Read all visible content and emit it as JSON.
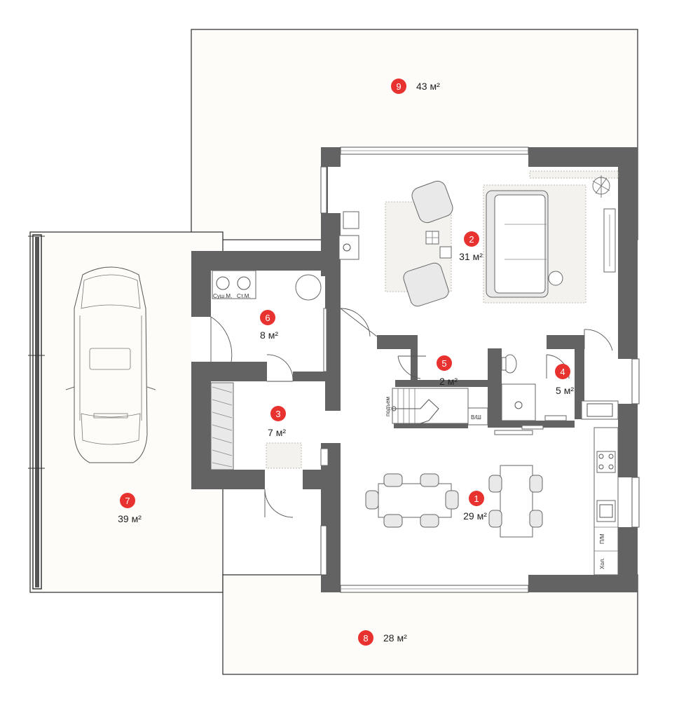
{
  "rooms": [
    {
      "number": "1",
      "area": "29 м²"
    },
    {
      "number": "2",
      "area": "31 м²"
    },
    {
      "number": "3",
      "area": "7 м²"
    },
    {
      "number": "4",
      "area": "5 м²"
    },
    {
      "number": "5",
      "area": "2 м²"
    },
    {
      "number": "6",
      "area": "8 м²"
    },
    {
      "number": "7",
      "area": "39 м²"
    },
    {
      "number": "8",
      "area": "28 м²"
    },
    {
      "number": "9",
      "area": "43 м²"
    }
  ],
  "labels": {
    "dryer": "Суш.М.",
    "washer": "Ст.М.",
    "boiler": "В/Ш",
    "dishwasher": "П/М",
    "fridge": "Хол.",
    "stairs": "подъем"
  },
  "colors": {
    "badge": "#e8322f",
    "wall": "#636363",
    "outline": "#2a2a2a"
  }
}
